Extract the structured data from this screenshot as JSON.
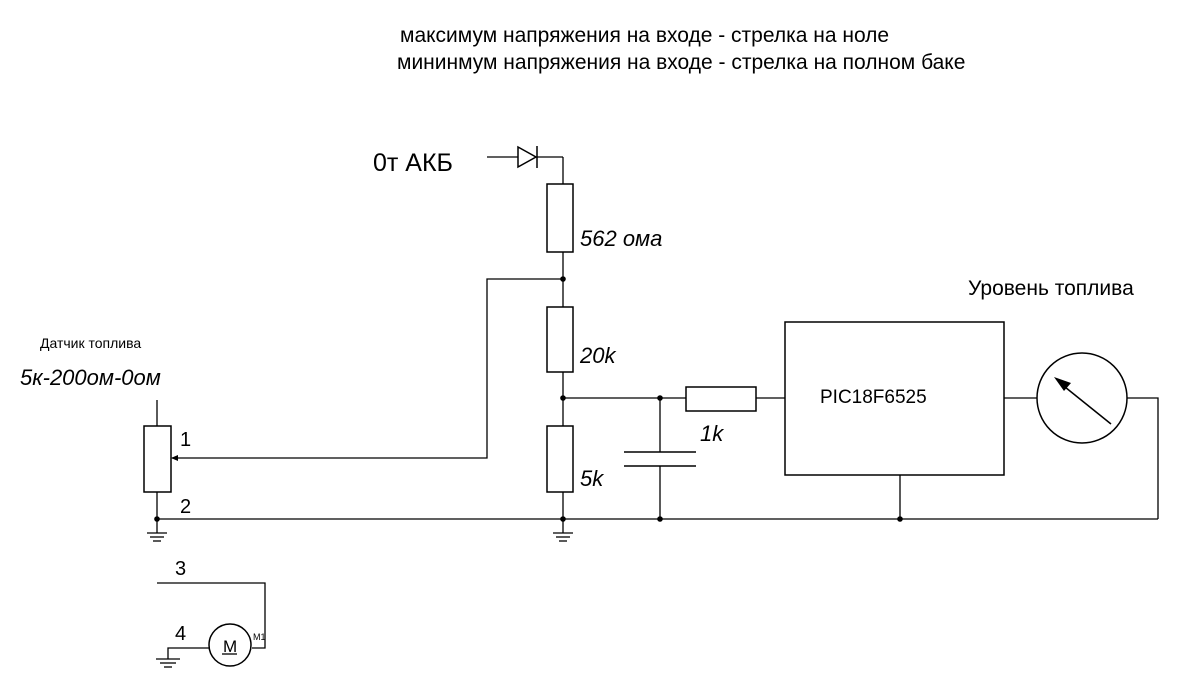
{
  "notes": {
    "line1": "максимум напряжения на входе - стрелка на ноле",
    "line2": "мининмум напряжения на входе - стрелка на полном баке"
  },
  "labels": {
    "source": "0т АКБ",
    "r_top": "562 ома",
    "r_mid": "20k",
    "r_bot": "5k",
    "r_series": "1k",
    "mcu": "PIC18F6525",
    "gauge_title": "Уровень топлива",
    "sensor_title": "Датчик топлива",
    "sensor_range": "5к-200ом-0ом",
    "pin1": "1",
    "pin2": "2",
    "pin3": "3",
    "pin4": "4",
    "motor_symbol": "M",
    "motor_ref": "M1"
  }
}
